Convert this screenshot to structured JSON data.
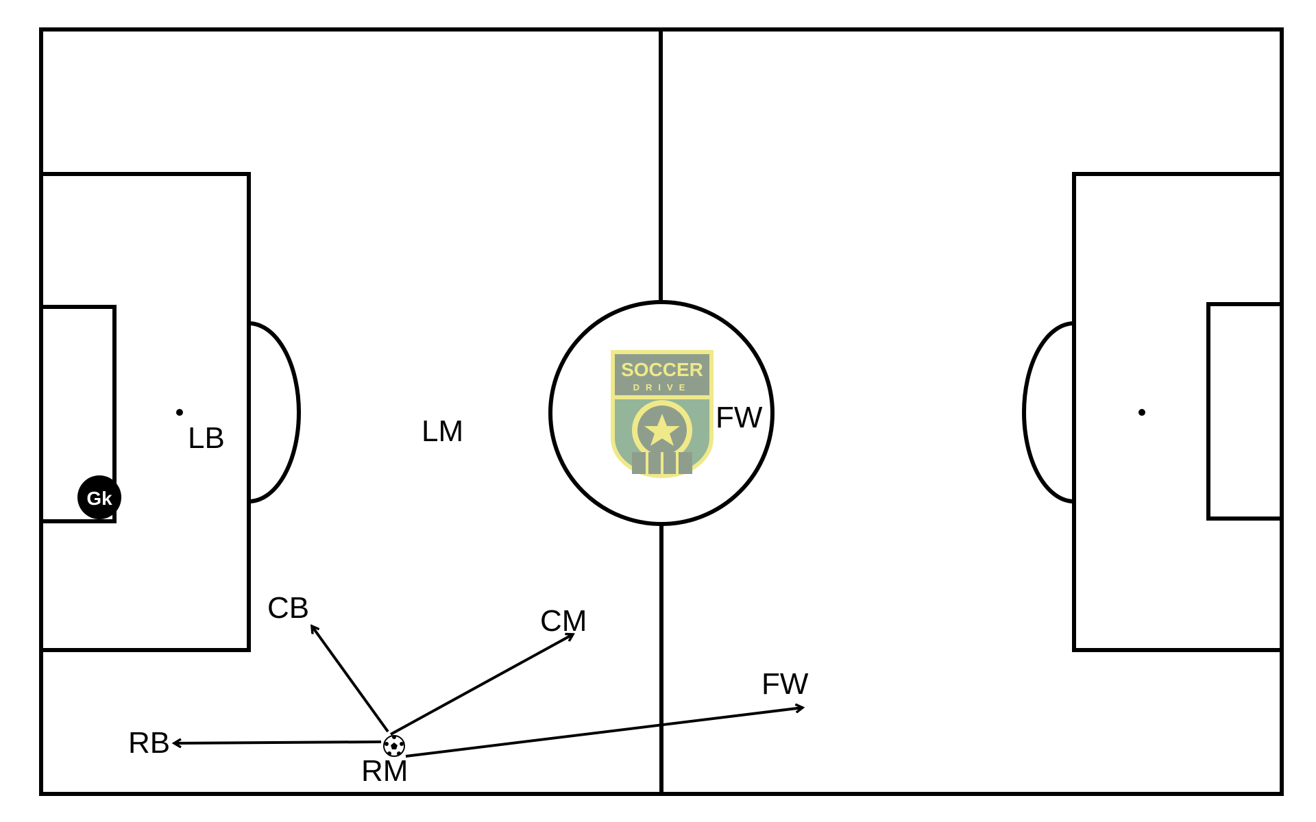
{
  "logo": {
    "line1": "SOCCER",
    "line2": "DRIVE",
    "colors": {
      "shield_top": "#8f9e8c",
      "shield_bottom": "#94b59a",
      "accent": "#efe98a"
    }
  },
  "goalkeeper": {
    "label": "Gk"
  },
  "players": {
    "lb": "LB",
    "lm": "LM",
    "fw_center": "FW",
    "cb": "CB",
    "cm": "CM",
    "fw_right": "FW",
    "rb": "RB",
    "rm": "RM"
  },
  "colors": {
    "lines": "#000000",
    "field": "#ffffff"
  }
}
